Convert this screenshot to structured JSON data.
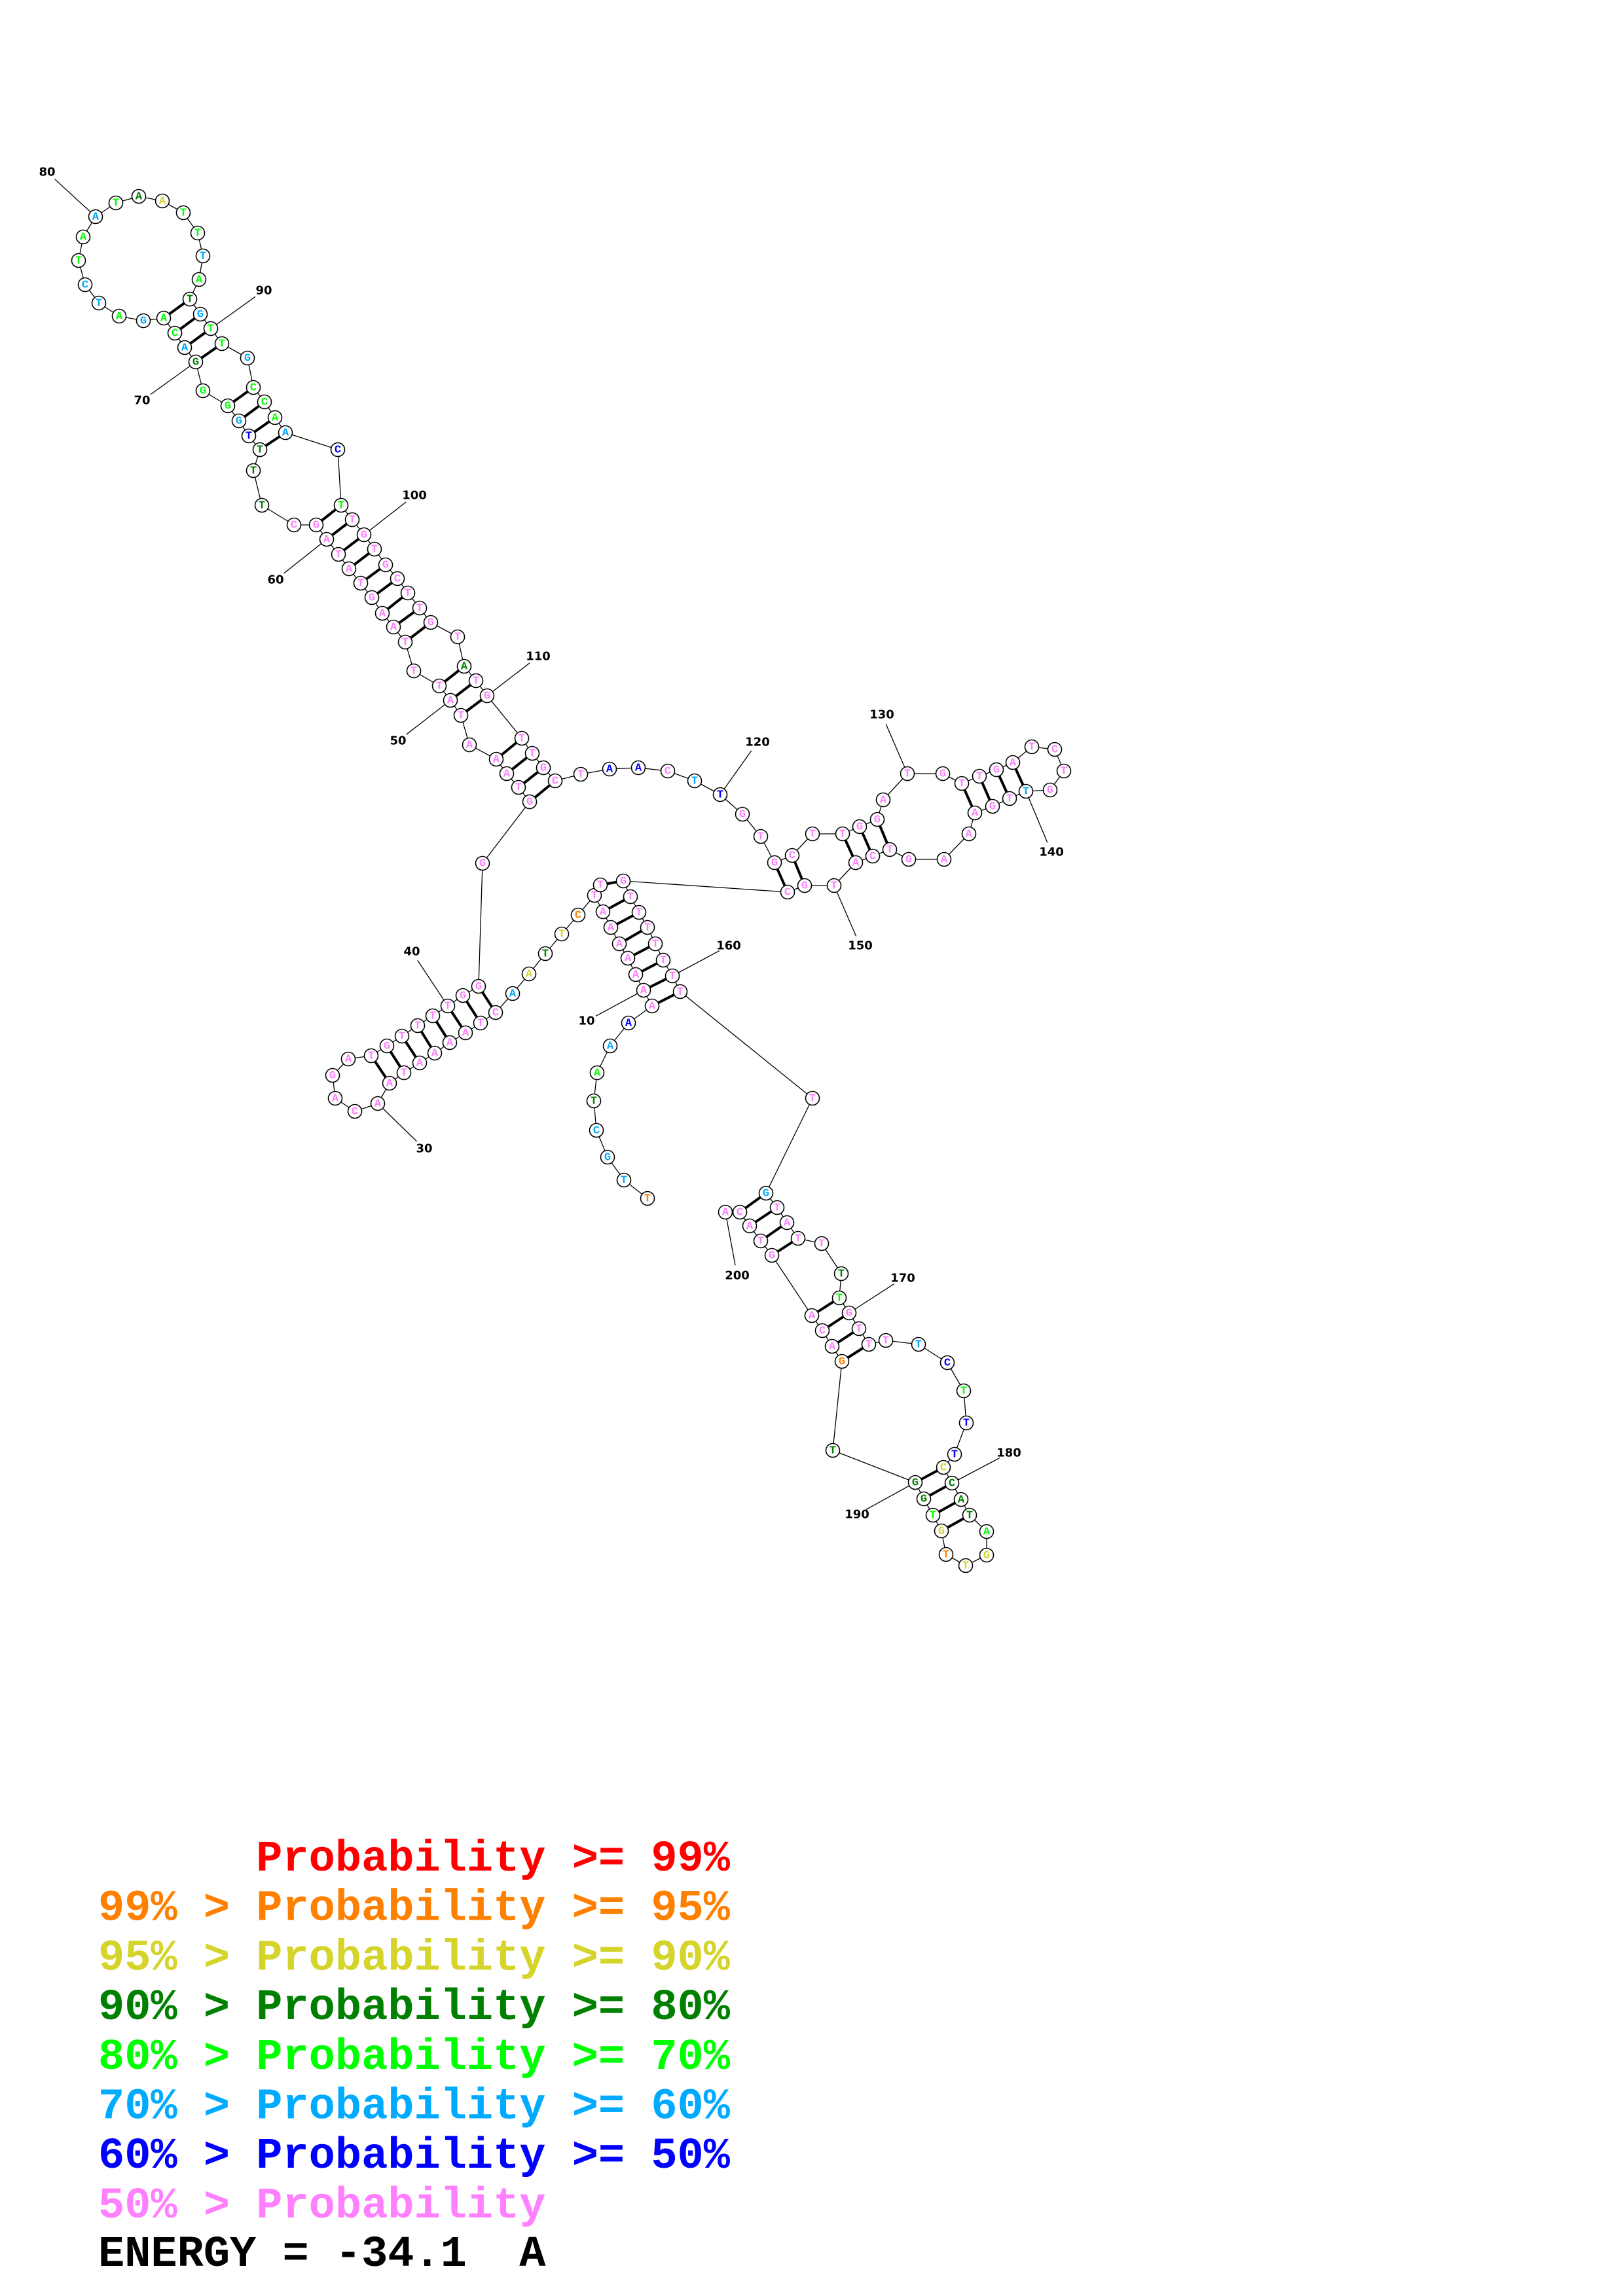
{
  "structure": {
    "sequence": "TTGCTAAAAAAAAAATTCTTAACTAAAATAACAGATGTTTTGGGGTAAATATTTAAGTATAGCTTTTGGGGACAGATCTAATAATTTATGTTGCCAACTTGTGCTTGTATGTTGCTAACTTGTGCTTGGATGTTGATCTGTTGAAAGTCATGCGTTTTTTTTGTATTTTGTTTTCTTTCCATAGTTGTGGTGACAGTACA",
    "probability_classes": "ollldglbpppppppppoydylpppppppppppppppppppppppppppppppppppppppppdddblggdlgglgllgglgdygglgdlgglggglbgpppppppppdpppppppbbplbpppppppppppppppppppl",
    "probability_classes_tail": "ppppppppppppppppppppplppppdgpppplbgbbydddgyyoygdddoppppppppg",
    "position_labels": [
      {
        "text": "10",
        "index": 9
      },
      {
        "text": "30",
        "index": 30
      },
      {
        "text": "40",
        "index": 40
      },
      {
        "text": "50",
        "index": 50
      },
      {
        "text": "60",
        "index": 60
      },
      {
        "text": "70",
        "index": 70
      },
      {
        "text": "80",
        "index": 80
      },
      {
        "text": "90",
        "index": 90
      },
      {
        "text": "100",
        "index": 100
      },
      {
        "text": "110",
        "index": 110
      },
      {
        "text": "120",
        "index": 120
      },
      {
        "text": "130",
        "index": 130
      },
      {
        "text": "140",
        "index": 140
      },
      {
        "text": "150",
        "index": 150
      },
      {
        "text": "160",
        "index": 159
      },
      {
        "text": "170",
        "index": 169
      },
      {
        "text": "180",
        "index": 179
      },
      {
        "text": "190",
        "index": 189
      },
      {
        "text": "200",
        "index": 199
      }
    ]
  },
  "colors": {
    "r": "#ff0000",
    "o": "#ff8000",
    "y": "#d4d42a",
    "d": "#008000",
    "g": "#00ff00",
    "l": "#00aaff",
    "b": "#0000ff",
    "p": "#ff80ff"
  },
  "legend": {
    "rows": [
      {
        "text": "      Probability >= 99%",
        "color": "r"
      },
      {
        "text": "99% > Probability >= 95%",
        "color": "o"
      },
      {
        "text": "95% > Probability >= 90%",
        "color": "y"
      },
      {
        "text": "90% > Probability >= 80%",
        "color": "d"
      },
      {
        "text": "80% > Probability >= 70%",
        "color": "g"
      },
      {
        "text": "70% > Probability >= 60%",
        "color": "l"
      },
      {
        "text": "60% > Probability >= 50%",
        "color": "b"
      },
      {
        "text": "50% > Probability",
        "color": "p"
      }
    ],
    "energy": "ENERGY = -34.1  A"
  }
}
